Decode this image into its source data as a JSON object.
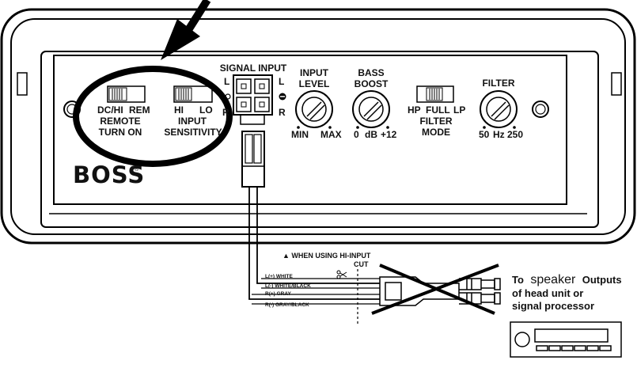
{
  "brand": {
    "logo": "BOSS",
    "registered": "®"
  },
  "remote": {
    "left": "DC/HI",
    "right": "REM",
    "title_line1": "REMOTE",
    "title_line2": "TURN ON"
  },
  "sensitivity": {
    "left": "HI",
    "right": "LO",
    "title_line1": "INPUT",
    "title_line2": "SENSITIVITY"
  },
  "signal_input": {
    "title": "SIGNAL INPUT",
    "l_left": "L",
    "l_right": "L",
    "r_left": "R",
    "r_right": "R"
  },
  "input_level": {
    "title_line1": "INPUT",
    "title_line2": "LEVEL",
    "min": "MIN",
    "max": "MAX"
  },
  "bass_boost": {
    "title_line1": "BASS",
    "title_line2": "BOOST",
    "min": "0",
    "unit": "dB",
    "max": "+12"
  },
  "filter_mode": {
    "hp": "HP",
    "full": "FULL",
    "lp": "LP",
    "title_line1": "FILTER",
    "title_line2": "MODE"
  },
  "filter": {
    "title": "FILTER",
    "min": "50",
    "unit": "Hz",
    "max": "250"
  },
  "hi_input": {
    "note": "▲ WHEN USING HI-INPUT",
    "cut": "CUT",
    "wires": [
      "L(+) WHITE",
      "L(-) WHITE/BLACK",
      "R(+) GRAY",
      "R(-) GRAY/BLACK"
    ]
  },
  "destination": {
    "to": "To",
    "speaker": "speaker",
    "outputs": "Outputs",
    "line2": "of head unit or",
    "line3": "signal processor"
  },
  "icons": [
    "screw-icon",
    "arrow-icon",
    "knob-icon",
    "scissors-icon",
    "head-unit-icon"
  ]
}
